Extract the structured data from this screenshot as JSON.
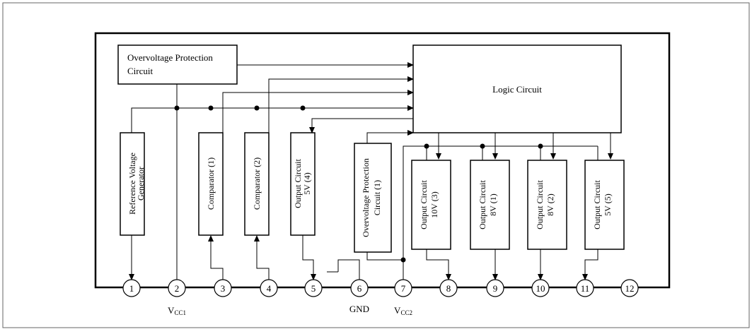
{
  "blocks": {
    "ovp_main": [
      "Overvoltage Protection",
      "Circuit"
    ],
    "logic": "Logic Circuit",
    "ref": [
      "Reference Voltage",
      "Generator"
    ],
    "comp1": "Comparator (1)",
    "comp2": "Comparator (2)",
    "out4": [
      "Output Circuit",
      "5V (4)"
    ],
    "ovp1": [
      "Overvoltage Protection",
      "Circuit (1)"
    ],
    "out3": [
      "Output Circuit",
      "10V (3)"
    ],
    "out1": [
      "Output Circuit",
      "8V (1)"
    ],
    "out2": [
      "Output Circuit",
      "8V (2)"
    ],
    "out5": [
      "Output Circuit",
      "5V (5)"
    ]
  },
  "pins": [
    "1",
    "2",
    "3",
    "4",
    "5",
    "6",
    "7",
    "8",
    "9",
    "10",
    "11",
    "12"
  ],
  "pin_labels": {
    "vcc1_main": "V",
    "vcc1_sub": "CC1",
    "gnd": "GND",
    "vcc2_main": "V",
    "vcc2_sub": "CC2"
  }
}
